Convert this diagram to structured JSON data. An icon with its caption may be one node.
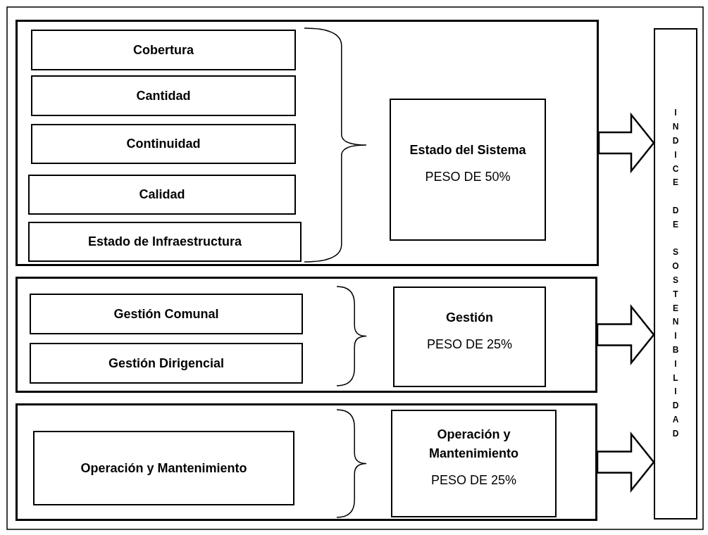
{
  "diagram": {
    "nodes": [
      {
        "text": [],
        "shape": "box"
      },
      {
        "text": [
          "Cobertura"
        ],
        "in": 0
      },
      {
        "text": [
          "Cantidad"
        ],
        "in": 0
      },
      {
        "text": [
          "Continuidad"
        ],
        "in": 0
      },
      {
        "text": [
          "Calidad"
        ],
        "in": 0
      },
      {
        "text": [
          "Estado de Infraestructura"
        ],
        "in": 0
      },
      {
        "text": [
          "Estado del Sistema",
          "PESO DE 50%"
        ],
        "in": 0
      },
      {
        "text": [],
        "shape": "box"
      },
      {
        "text": [
          "Gestión Comunal"
        ],
        "in": 7
      },
      {
        "text": [
          "Gestión Dirigencial"
        ],
        "in": 7
      },
      {
        "text": [
          "Gestión",
          "PESO DE 25%"
        ],
        "in": 7
      },
      {
        "text": [],
        "shape": "box"
      },
      {
        "text": [
          "Operación y Mantenimiento"
        ],
        "in": 11
      },
      {
        "text": [
          "Operación y Mantenimiento",
          "PESO DE 25%"
        ],
        "in": 11
      },
      {
        "text": [
          "INDICE DE SOSTENIBILIDAD"
        ]
      }
    ],
    "edges": [
      {
        "from": 0,
        "to": 14,
        "arrow": "to"
      },
      {
        "from": 7,
        "to": 14,
        "arrow": "to"
      },
      {
        "from": 11,
        "to": 14,
        "arrow": "to"
      }
    ]
  }
}
